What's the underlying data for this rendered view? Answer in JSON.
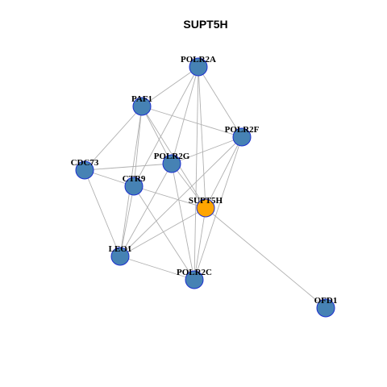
{
  "title": "SUPT5H",
  "colors": {
    "node_default": "#4682b4",
    "node_query": "#ffa500",
    "node_border": "#1c2fcf",
    "edge": "#b0b0b0"
  },
  "nodes": [
    {
      "id": "POLR2A",
      "label": "POLR2A",
      "query": false
    },
    {
      "id": "PAF1",
      "label": "PAF1",
      "query": false
    },
    {
      "id": "POLR2F",
      "label": "POLR2F",
      "query": false
    },
    {
      "id": "POLR2G",
      "label": "POLR2G",
      "query": false
    },
    {
      "id": "CDC73",
      "label": "CDC73",
      "query": false
    },
    {
      "id": "CTR9",
      "label": "CTR9",
      "query": false
    },
    {
      "id": "SUPT5H",
      "label": "SUPT5H",
      "query": true
    },
    {
      "id": "LEO1",
      "label": "LEO1",
      "query": false
    },
    {
      "id": "POLR2C",
      "label": "POLR2C",
      "query": false
    },
    {
      "id": "OFD1",
      "label": "OFD1",
      "query": false
    }
  ],
  "edges": [
    [
      "POLR2A",
      "PAF1"
    ],
    [
      "POLR2A",
      "POLR2F"
    ],
    [
      "POLR2A",
      "POLR2G"
    ],
    [
      "POLR2A",
      "SUPT5H"
    ],
    [
      "POLR2A",
      "CTR9"
    ],
    [
      "POLR2A",
      "POLR2C"
    ],
    [
      "PAF1",
      "POLR2F"
    ],
    [
      "PAF1",
      "CDC73"
    ],
    [
      "PAF1",
      "CTR9"
    ],
    [
      "PAF1",
      "LEO1"
    ],
    [
      "PAF1",
      "SUPT5H"
    ],
    [
      "PAF1",
      "POLR2G"
    ],
    [
      "POLR2F",
      "POLR2G"
    ],
    [
      "POLR2F",
      "SUPT5H"
    ],
    [
      "POLR2F",
      "POLR2C"
    ],
    [
      "POLR2F",
      "LEO1"
    ],
    [
      "POLR2G",
      "CDC73"
    ],
    [
      "POLR2G",
      "SUPT5H"
    ],
    [
      "POLR2G",
      "POLR2C"
    ],
    [
      "POLR2G",
      "LEO1"
    ],
    [
      "CDC73",
      "CTR9"
    ],
    [
      "CDC73",
      "LEO1"
    ],
    [
      "CTR9",
      "SUPT5H"
    ],
    [
      "CTR9",
      "LEO1"
    ],
    [
      "CTR9",
      "POLR2C"
    ],
    [
      "SUPT5H",
      "LEO1"
    ],
    [
      "SUPT5H",
      "POLR2C"
    ],
    [
      "SUPT5H",
      "OFD1"
    ],
    [
      "LEO1",
      "POLR2C"
    ]
  ]
}
